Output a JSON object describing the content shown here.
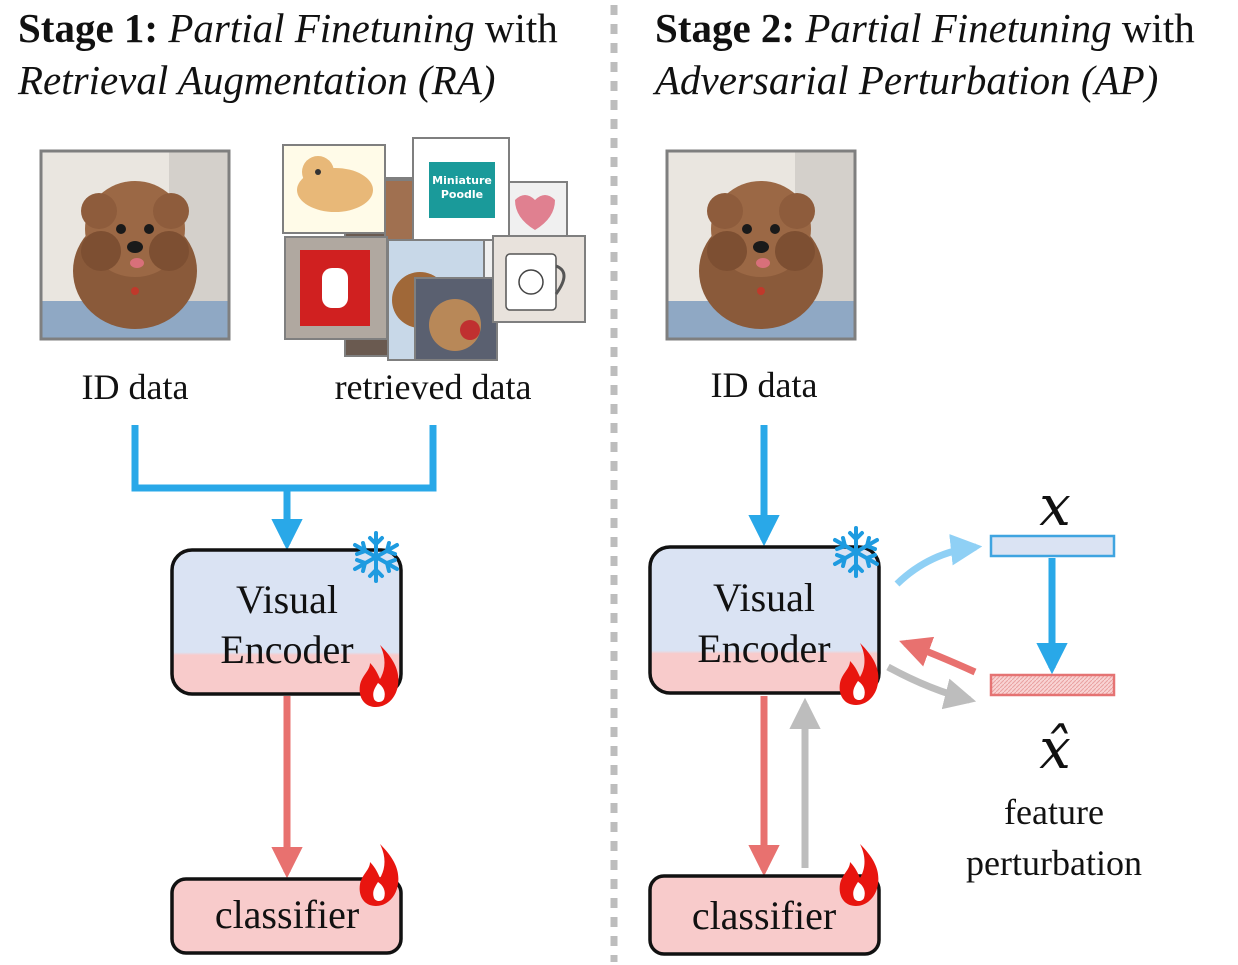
{
  "stage1": {
    "title_bold": "Stage 1:",
    "title_italic_1": "Partial Finetuning",
    "title_plain": "with",
    "title_italic_2": "Retrieval Augmentation (RA)",
    "id_label": "ID data",
    "retrieved_label": "retrieved data",
    "encoder_line1": "Visual",
    "encoder_line2": "Encoder",
    "classifier_label": "classifier",
    "retrieved_thumb_text": [
      "Miniature",
      "Poodle"
    ]
  },
  "stage2": {
    "title_bold": "Stage 2:",
    "title_italic_1": "Partial Finetuning",
    "title_plain": "with",
    "title_italic_2": "Adversarial Perturbation (AP)",
    "id_label": "ID data",
    "encoder_line1": "Visual",
    "encoder_line2": "Encoder",
    "classifier_label": "classifier",
    "feature_symbol": "x",
    "perturbed_symbol": "x̂",
    "perturb_line1": "feature",
    "perturb_line2": "perturbation"
  },
  "colors": {
    "blue_arrow": "#29a8e8",
    "light_blue_arrow": "#8fd0f5",
    "red_arrow": "#e8716f",
    "gray_arrow": "#bdbdbd",
    "encoder_top": "#dae3f3",
    "encoder_bottom": "#f8cbcb",
    "classifier_fill": "#f8cbcb",
    "feature_fill": "#dae3f3",
    "feature_stroke": "#3fa4e0",
    "perturbed_stroke": "#e57373",
    "snowflake": "#1e9be0",
    "flame": "#e8150f",
    "separator": "#bdbdbd"
  },
  "icons": [
    "snowflake-icon",
    "flame-icon",
    "dog-photo",
    "retrieved-collage"
  ]
}
